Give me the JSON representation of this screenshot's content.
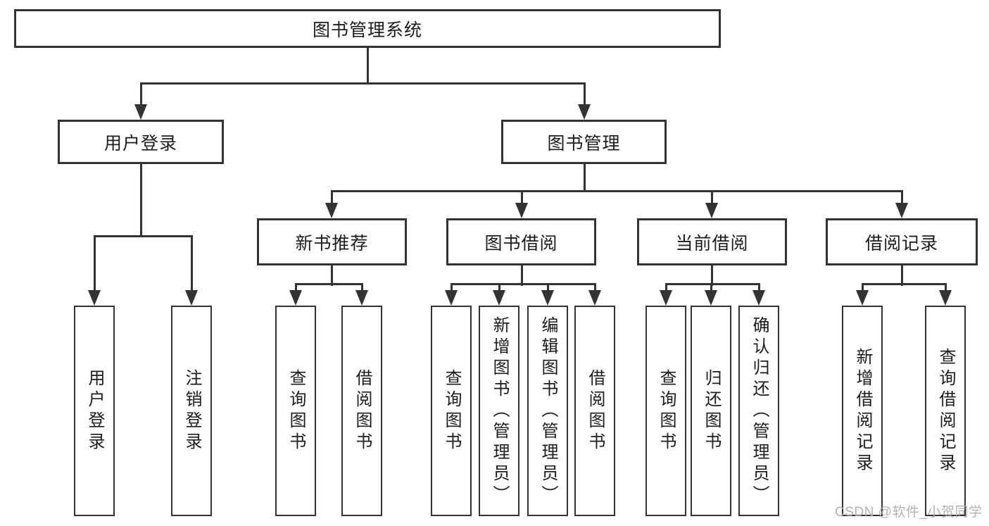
{
  "diagram": {
    "type": "tree",
    "root": {
      "label": "图书管理系统",
      "children": [
        {
          "label": "用户登录",
          "children": [
            {
              "label": "用户登录"
            },
            {
              "label": "注销登录"
            }
          ]
        },
        {
          "label": "图书管理",
          "children": [
            {
              "label": "新书推荐",
              "children": [
                {
                  "label": "查询图书"
                },
                {
                  "label": "借阅图书"
                }
              ]
            },
            {
              "label": "图书借阅",
              "children": [
                {
                  "label": "查询图书"
                },
                {
                  "label": "新增图书（管理员）"
                },
                {
                  "label": "编辑图书（管理员）"
                },
                {
                  "label": "借阅图书"
                }
              ]
            },
            {
              "label": "当前借阅",
              "children": [
                {
                  "label": "查询图书"
                },
                {
                  "label": "归还图书"
                },
                {
                  "label": "确认归还（管理员）"
                }
              ]
            },
            {
              "label": "借阅记录",
              "children": [
                {
                  "label": "新增借阅记录"
                },
                {
                  "label": "查询借阅记录"
                }
              ]
            }
          ]
        }
      ]
    }
  },
  "watermark": {
    "text": "CSDN @软件_小贺同学",
    "color": "#ababab"
  },
  "colors": {
    "line": "#333333",
    "box_border": "#333333",
    "text": "#1c1c1c",
    "background": "#ffffff"
  }
}
